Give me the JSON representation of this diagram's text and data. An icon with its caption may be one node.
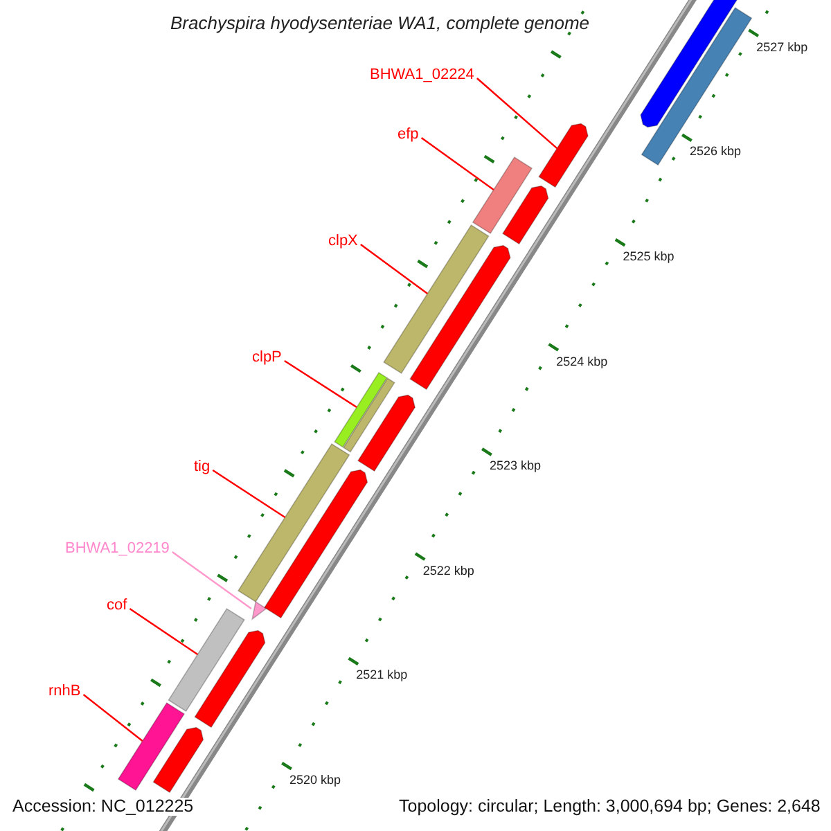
{
  "diagram": {
    "title": "Brachyspira hyodysenteriae WA1, complete genome",
    "nodes": [
      {
        "text": [
          "BHWA1_02224"
        ]
      },
      {
        "text": [
          "efp"
        ]
      },
      {
        "text": [
          "clpX"
        ]
      },
      {
        "text": [
          "clpP"
        ]
      },
      {
        "text": [
          "tig"
        ]
      },
      {
        "text": [
          "BHWA1_02219"
        ]
      },
      {
        "text": [
          "cof"
        ]
      },
      {
        "text": [
          "rnhB"
        ]
      },
      {
        "text": [],
        "shape": "bar"
      },
      {
        "text": [],
        "shape": "bar"
      },
      {
        "text": [],
        "shape": "bar"
      },
      {
        "text": [],
        "shape": "bar"
      },
      {
        "text": [],
        "shape": "bar"
      },
      {
        "text": [],
        "shape": "triangle"
      },
      {
        "text": [],
        "shape": "bar"
      },
      {
        "text": [],
        "shape": "bar"
      },
      {
        "text": [],
        "shape": "bar"
      },
      {
        "text": [],
        "shape": "bar"
      },
      {
        "text": [],
        "shape": "bar"
      },
      {
        "text": [],
        "shape": "bar"
      },
      {
        "text": [],
        "shape": "bar"
      },
      {
        "text": [],
        "shape": "bar"
      },
      {
        "text": [],
        "shape": "bar"
      },
      {
        "text": [],
        "shape": "bar"
      },
      {
        "text": [],
        "shape": "bar"
      }
    ],
    "edges": [
      {
        "from": 0,
        "to": 8,
        "arrow": "none"
      },
      {
        "from": 1,
        "to": 9,
        "arrow": "none"
      },
      {
        "from": 2,
        "to": 10,
        "arrow": "none"
      },
      {
        "from": 3,
        "to": 11,
        "arrow": "none"
      },
      {
        "from": 4,
        "to": 12,
        "arrow": "none"
      },
      {
        "from": 5,
        "to": 13,
        "arrow": "none",
        "color": "#ff99cc"
      },
      {
        "from": 6,
        "to": 14,
        "arrow": "none"
      },
      {
        "from": 7,
        "to": 15,
        "arrow": "none"
      }
    ],
    "labels": [
      "2527 kbp",
      "2526 kbp",
      "2525 kbp",
      "2524 kbp",
      "2523 kbp",
      "2522 kbp",
      "2521 kbp",
      "2520 kbp",
      "Accession: NC_012225",
      "Topology: circular; Length: 3,000,694 bp; Genes: 2,648"
    ]
  }
}
